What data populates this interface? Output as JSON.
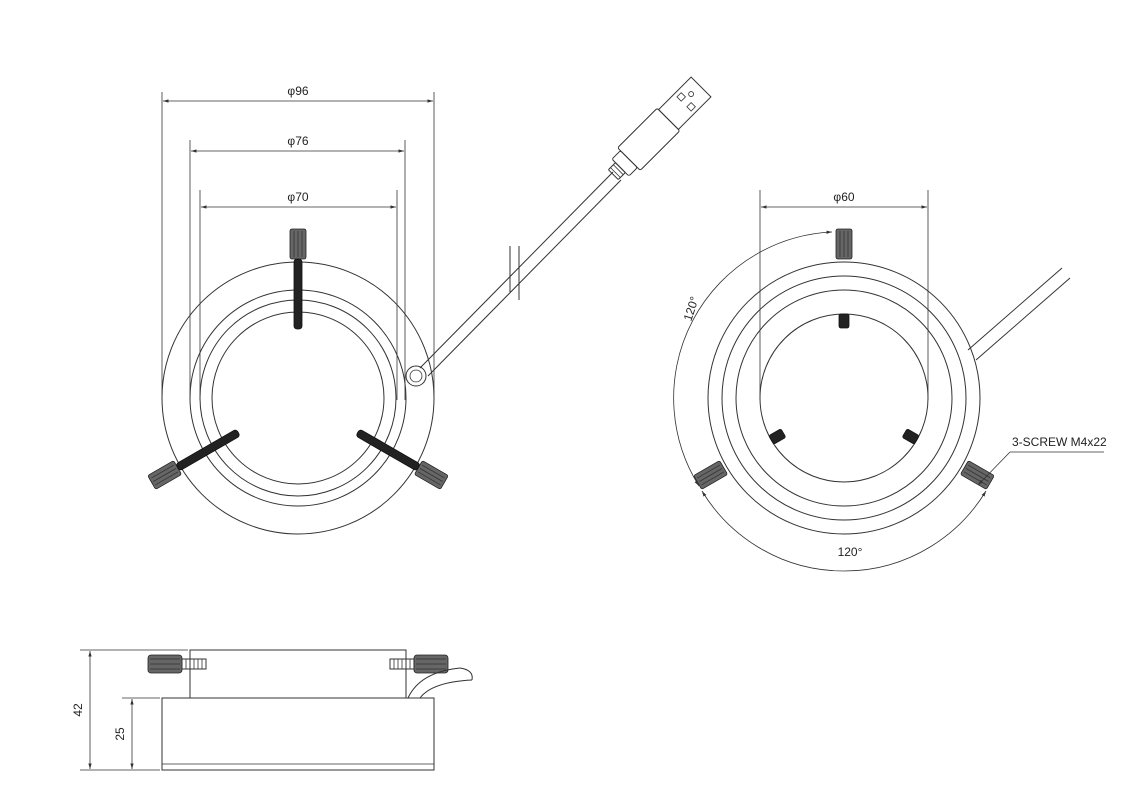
{
  "dimensions": {
    "d96": "φ96",
    "d76": "φ76",
    "d70": "φ70",
    "d60": "φ60",
    "h42": "42",
    "h25": "25"
  },
  "annotations": {
    "angle_left": "120°",
    "angle_bottom": "120°",
    "screw_note": "3-SCREW M4x22"
  },
  "icons": {
    "usb_plug": "usb-connector-icon",
    "thumb_screw": "knurled-screw-icon"
  }
}
